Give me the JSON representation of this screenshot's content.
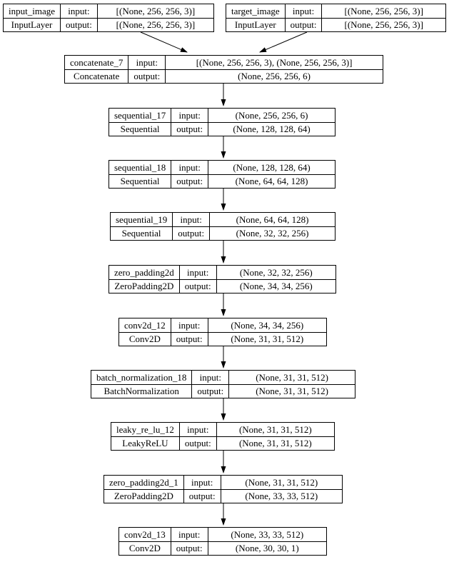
{
  "diagram": {
    "kind": "keras-model-architecture",
    "colors": {
      "border": "#000000",
      "background": "#ffffff",
      "text": "#000000"
    }
  },
  "labels": {
    "input": "input:",
    "output": "output:"
  },
  "nodes": [
    {
      "name": "input_image",
      "type": "InputLayer",
      "input_shape": "[(None, 256, 256, 3)]",
      "output_shape": "[(None, 256, 256, 3)]"
    },
    {
      "name": "target_image",
      "type": "InputLayer",
      "input_shape": "[(None, 256, 256, 3)]",
      "output_shape": "[(None, 256, 256, 3)]"
    },
    {
      "name": "concatenate_7",
      "type": "Concatenate",
      "input_shape": "[(None, 256, 256, 3), (None, 256, 256, 3)]",
      "output_shape": "(None, 256, 256, 6)"
    },
    {
      "name": "sequential_17",
      "type": "Sequential",
      "input_shape": "(None, 256, 256, 6)",
      "output_shape": "(None, 128, 128, 64)"
    },
    {
      "name": "sequential_18",
      "type": "Sequential",
      "input_shape": "(None, 128, 128, 64)",
      "output_shape": "(None, 64, 64, 128)"
    },
    {
      "name": "sequential_19",
      "type": "Sequential",
      "input_shape": "(None, 64, 64, 128)",
      "output_shape": "(None, 32, 32, 256)"
    },
    {
      "name": "zero_padding2d",
      "type": "ZeroPadding2D",
      "input_shape": "(None, 32, 32, 256)",
      "output_shape": "(None, 34, 34, 256)"
    },
    {
      "name": "conv2d_12",
      "type": "Conv2D",
      "input_shape": "(None, 34, 34, 256)",
      "output_shape": "(None, 31, 31, 512)"
    },
    {
      "name": "batch_normalization_18",
      "type": "BatchNormalization",
      "input_shape": "(None, 31, 31, 512)",
      "output_shape": "(None, 31, 31, 512)"
    },
    {
      "name": "leaky_re_lu_12",
      "type": "LeakyReLU",
      "input_shape": "(None, 31, 31, 512)",
      "output_shape": "(None, 31, 31, 512)"
    },
    {
      "name": "zero_padding2d_1",
      "type": "ZeroPadding2D",
      "input_shape": "(None, 31, 31, 512)",
      "output_shape": "(None, 33, 33, 512)"
    },
    {
      "name": "conv2d_13",
      "type": "Conv2D",
      "input_shape": "(None, 33, 33, 512)",
      "output_shape": "(None, 30, 30, 1)"
    }
  ]
}
